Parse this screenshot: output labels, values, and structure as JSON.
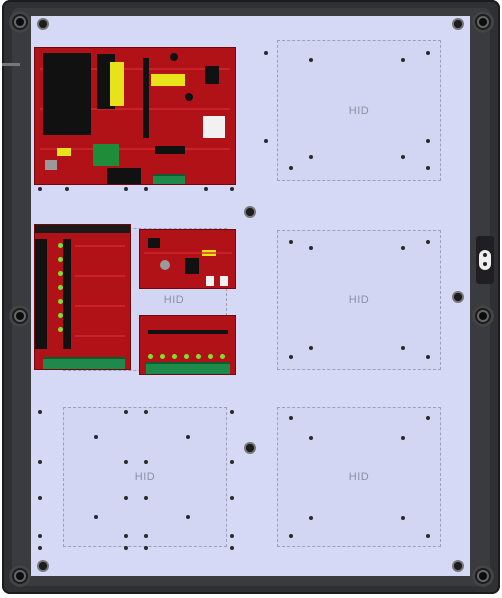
{
  "zones": [
    {
      "id": "top-right",
      "label": "HID"
    },
    {
      "id": "middle-right",
      "label": "HID"
    },
    {
      "id": "middle-left",
      "label": "HID"
    },
    {
      "id": "bottom-left",
      "label": "HID"
    },
    {
      "id": "bottom-right",
      "label": "HID"
    }
  ],
  "boards": [
    {
      "id": "power-supply-board"
    },
    {
      "id": "relay-board"
    },
    {
      "id": "power-distribution-board"
    },
    {
      "id": "fuse-board"
    }
  ],
  "colors": {
    "backplate": "#d6d9f5",
    "enclosure": "#2f3033",
    "pcb": "#b01218",
    "terminal": "#1d8a4c"
  }
}
